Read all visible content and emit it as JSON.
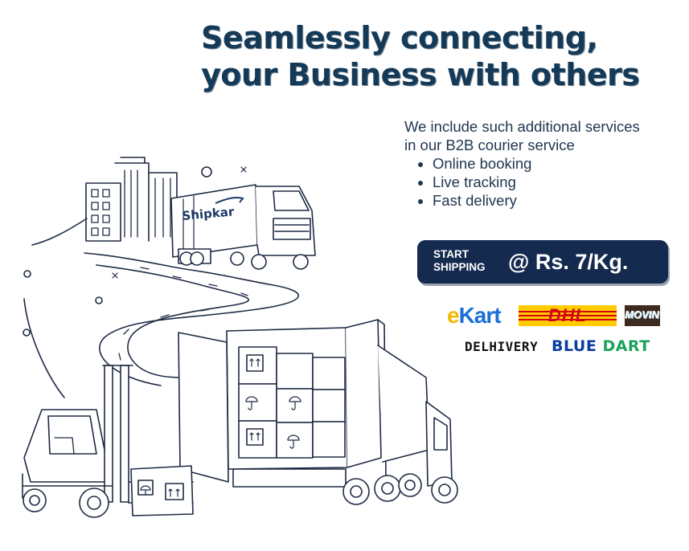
{
  "headline": {
    "line1": "Seamlessly connecting,",
    "line2": "your Business with others"
  },
  "intro": {
    "text_line1": "We include such additional services",
    "text_line2": "in our B2B courier service",
    "services": [
      "Online booking",
      "Live tracking",
      "Fast delivery"
    ]
  },
  "cta": {
    "label_line1": "START",
    "label_line2": "SHIPPING",
    "price": "@ Rs. 7/Kg."
  },
  "illustration": {
    "truck_brand": "Shipkar"
  },
  "partners": {
    "ekart_e": "e",
    "ekart_rest": "Kart",
    "dhl": "DHL",
    "movin": "MOVIN",
    "delhivery": "DELHIVERY",
    "bluedart_blue": "BLUE",
    "bluedart_dart": "DART"
  },
  "colors": {
    "headline": "#153a58",
    "cta_bg": "#142a4f",
    "illustration_stroke": "#1e2a44",
    "dhl_yellow": "#ffcc00",
    "dhl_red": "#d40511",
    "ekart_blue": "#1a6fd6",
    "ekart_yellow": "#f5b800",
    "bluedart_blue": "#0a3ea0",
    "bluedart_green": "#19a35b"
  }
}
